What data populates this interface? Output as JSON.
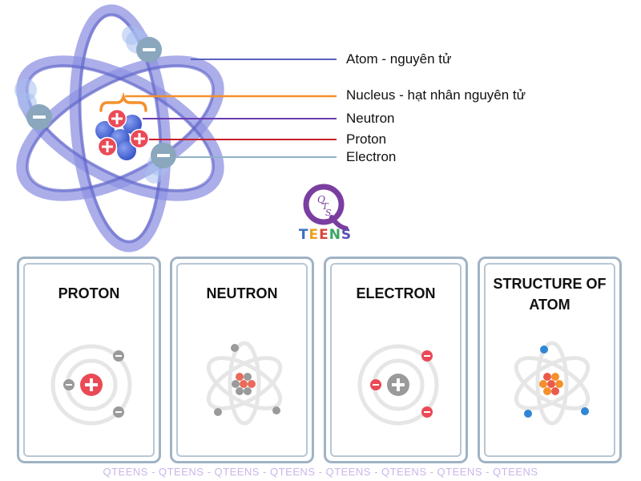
{
  "labels": [
    {
      "text": "Atom - nguyên tử",
      "color": "#5a62c0"
    },
    {
      "text": "Nucleus - hạt nhân nguyên tử",
      "color": "#f4902c"
    },
    {
      "text": "Neutron",
      "color": "#6b3cb0"
    },
    {
      "text": "Proton",
      "color": "#c8202c"
    },
    {
      "text": "Electron",
      "color": "#8fb0c6"
    }
  ],
  "logo": {
    "mark": "QTS",
    "word_letters": [
      "T",
      "E",
      "E",
      "N",
      "S"
    ]
  },
  "cards": [
    {
      "title": "PROTON"
    },
    {
      "title": "NEUTRON"
    },
    {
      "title": "ELECTRON"
    },
    {
      "title": "STRUCTURE OF ATOM"
    }
  ],
  "footer": "QTEENS - QTEENS - QTEENS - QTEENS - QTEENS - QTEENS - QTEENS - QTEENS",
  "colors": {
    "orbit": "#8a8ee0",
    "electron": "#8aa7bd",
    "proton": "#ea4a56",
    "neutron": "#4a6ad8",
    "card_border": "#9fb3c4",
    "logo": "#7a3ea0"
  }
}
